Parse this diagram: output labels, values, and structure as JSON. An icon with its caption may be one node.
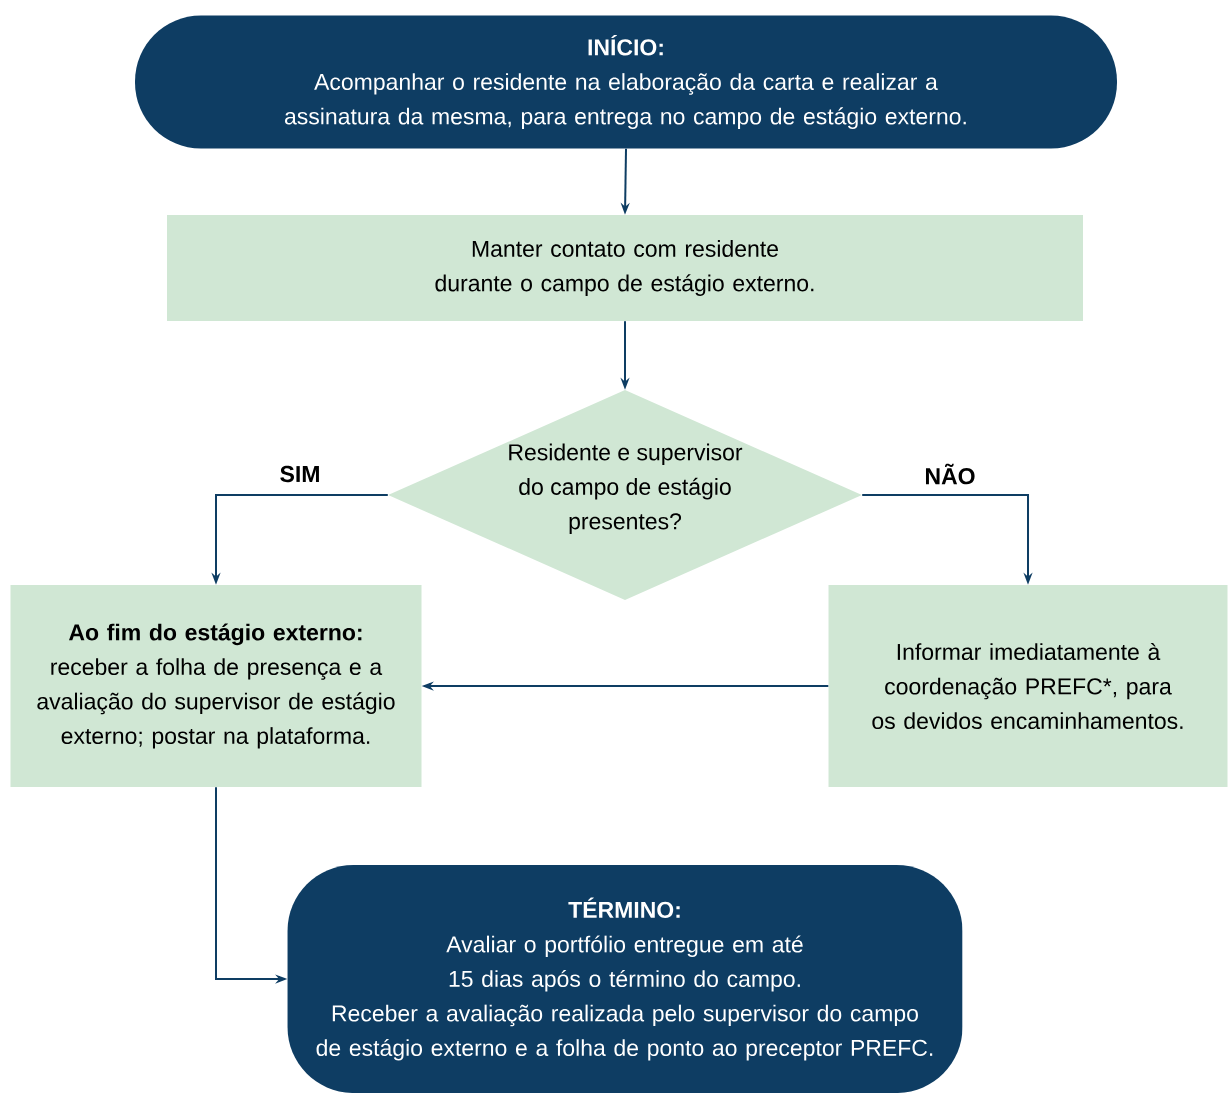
{
  "diagram": {
    "nodes": [
      {
        "text": [
          "INÍCIO:",
          "Acompanhar o residente na elaboração da carta e realizar a assinatura da mesma, para entrega no campo de estágio externo."
        ]
      },
      {
        "text": [
          "Manter contato com residente durante o campo de estágio externo."
        ]
      },
      {
        "text": [
          "Residente e supervisor do campo de estágio presentes?"
        ]
      },
      {
        "text": [
          "Ao fim do estágio externo:",
          "receber a folha de presença e a avaliação do supervisor de estágio externo; postar na plataforma."
        ]
      },
      {
        "text": [
          "Informar imediatamente à coordenação PREFC*, para os devidos encaminhamentos."
        ]
      },
      {
        "text": [
          "TÉRMINO:",
          "Avaliar o portfólio entregue em até 15 dias após o término do campo.",
          "Receber a avaliação realizada pelo supervisor do campo de estágio externo e a folha de ponto ao preceptor PREFC."
        ]
      }
    ],
    "edges": [
      {
        "from": 0,
        "to": 1,
        "arrow": "to"
      },
      {
        "from": 1,
        "to": 2,
        "arrow": "to"
      },
      {
        "from": 2,
        "to": 3,
        "arrow": "to",
        "label": "SIM"
      },
      {
        "from": 2,
        "to": 4,
        "arrow": "to",
        "label": "NÃO"
      },
      {
        "from": 4,
        "to": 3,
        "arrow": "to"
      },
      {
        "from": 3,
        "to": 5,
        "arrow": "to"
      }
    ]
  }
}
